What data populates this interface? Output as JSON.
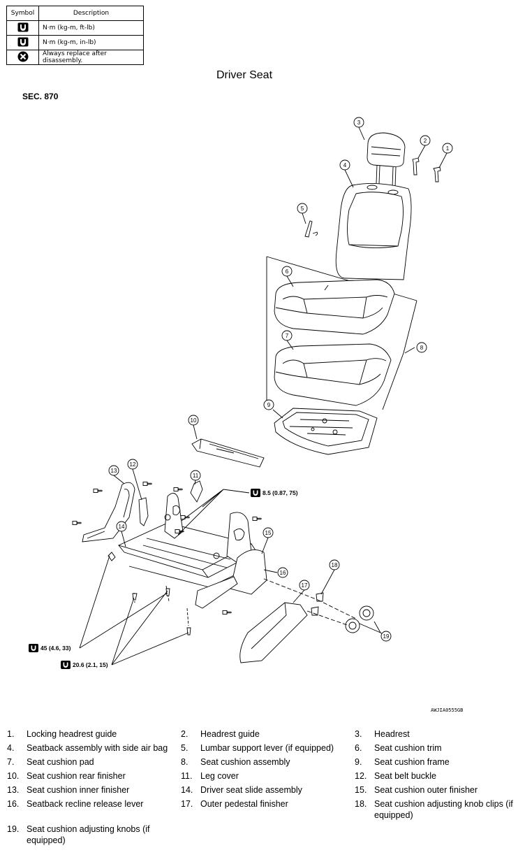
{
  "legend": {
    "headers": [
      "Symbol",
      "Description"
    ],
    "rows": [
      {
        "icon": "torque-ftlb-icon",
        "description": "N·m (kg-m, ft-lb)"
      },
      {
        "icon": "torque-inlb-icon",
        "description": "N·m (kg-m, in-lb)"
      },
      {
        "icon": "replace-icon",
        "description": "Always replace after disassembly."
      }
    ]
  },
  "title": "Driver Seat",
  "section": "SEC. 870",
  "torques": [
    {
      "icon": "torque-inlb-icon",
      "text": "8.5 (0.87, 75)"
    },
    {
      "icon": "torque-ftlb-icon",
      "text": "45 (4.6, 33)"
    },
    {
      "icon": "torque-ftlb-icon",
      "text": "20.6 (2.1, 15)"
    }
  ],
  "callouts": [
    "1",
    "2",
    "3",
    "4",
    "5",
    "6",
    "7",
    "8",
    "9",
    "10",
    "11",
    "12",
    "13",
    "14",
    "15",
    "16",
    "17",
    "18",
    "19"
  ],
  "image_code": "AWJIA0555GB",
  "parts": [
    {
      "num": "1.",
      "name": "Locking headrest guide"
    },
    {
      "num": "2.",
      "name": "Headrest guide"
    },
    {
      "num": "3.",
      "name": "Headrest"
    },
    {
      "num": "4.",
      "name": "Seatback assembly with side air bag"
    },
    {
      "num": "5.",
      "name": "Lumbar support lever (if equipped)"
    },
    {
      "num": "6.",
      "name": "Seat cushion trim"
    },
    {
      "num": "7.",
      "name": "Seat cushion pad"
    },
    {
      "num": "8.",
      "name": "Seat cushion assembly"
    },
    {
      "num": "9.",
      "name": "Seat cushion frame"
    },
    {
      "num": "10.",
      "name": "Seat cushion rear finisher"
    },
    {
      "num": "11.",
      "name": "Leg cover"
    },
    {
      "num": "12.",
      "name": "Seat belt buckle"
    },
    {
      "num": "13.",
      "name": "Seat cushion inner finisher"
    },
    {
      "num": "14.",
      "name": "Driver seat slide assembly"
    },
    {
      "num": "15.",
      "name": "Seat cushion outer finisher"
    },
    {
      "num": "16.",
      "name": "Seatback recline release lever"
    },
    {
      "num": "17.",
      "name": "Outer pedestal finisher"
    },
    {
      "num": "18.",
      "name": "Seat cushion adjusting knob clips (if equipped)"
    },
    {
      "num": "19.",
      "name": "Seat cushion adjusting knobs (if equipped)"
    }
  ]
}
